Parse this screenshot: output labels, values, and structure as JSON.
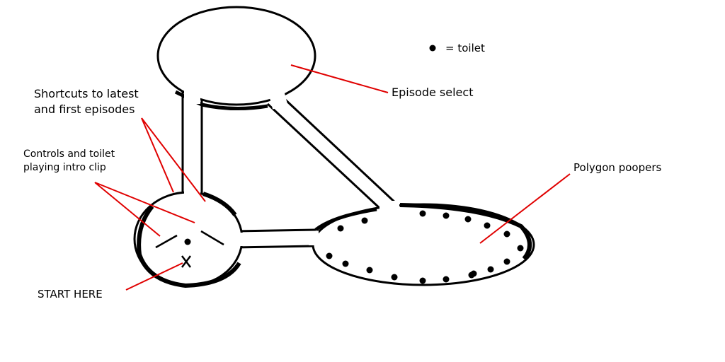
{
  "legend": {
    "text": "= toilet"
  },
  "labels": {
    "episode_select": "Episode select",
    "shortcuts_line1": "Shortcuts to latest",
    "shortcuts_line2": "and first episodes",
    "controls_line1": "Controls and toilet",
    "controls_line2": "playing intro clip",
    "polygon_poopers": "Polygon poopers",
    "start_here": "START HERE"
  },
  "colors": {
    "outline": "#000000",
    "annotation": "#e00000",
    "background": "#ffffff"
  }
}
